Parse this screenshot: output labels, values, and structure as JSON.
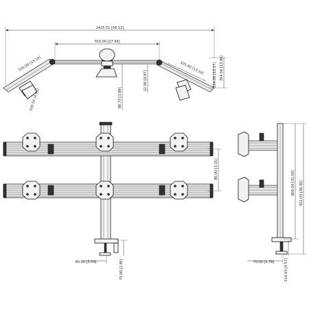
{
  "dimensions": {
    "overall_width": "1425.51 [56.12]",
    "center_span": "703.00 [27.56]",
    "arm_left": "335.00 [13.19]",
    "arm_right": "335.00 [13.19]",
    "vesa_drop": "100.52 [4.71]",
    "pole_offset": "98.73 [3.89]",
    "center_gap": "22.00 [0.87]",
    "depth_right_total": "354.56 [13.96]",
    "depth_right_part": "334.56 [13.17]",
    "row_spacing": "80.00 [3.15]",
    "clamp_width": "90.00 [3.54]",
    "clamp_depth": "75.00 [2.95]",
    "pole_height": "800.00 [31.50]",
    "total_height": "922.03 [36.30]",
    "base_width": "70.00 [2.76]",
    "base_height": "116.03 [4.57]"
  }
}
